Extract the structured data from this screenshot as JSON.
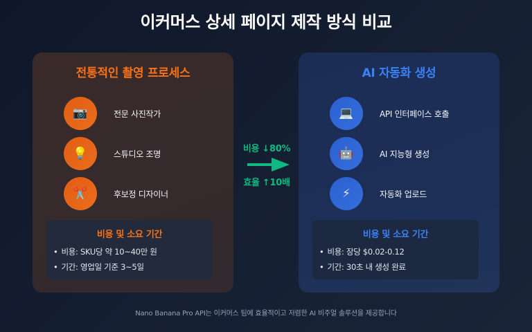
{
  "title": "이커머스 상세 페이지 제작 방식 비교",
  "left_panel": {
    "title": "전통적인 촬영 프로세스",
    "accent_color": "#f97316",
    "steps": [
      {
        "icon": "📷",
        "icon_name": "camera-icon",
        "label": "전문 사진작가"
      },
      {
        "icon": "💡",
        "icon_name": "light-bulb-icon",
        "label": "스튜디오 조명"
      },
      {
        "icon": "✂️",
        "icon_name": "scissors-icon",
        "label": "후보정 디자이너"
      }
    ],
    "cost_box": {
      "title": "비용 및 소요 기간",
      "items": [
        "비용: SKU당 약 10~40만 원",
        "기간: 영업일 기준 3~5일"
      ]
    }
  },
  "comparison": {
    "cost": "비용 ↓80%",
    "efficiency": "효율 ↑10배",
    "accent_color": "#10b981"
  },
  "right_panel": {
    "title": "AI 자동화 생성",
    "accent_color": "#3b82f6",
    "steps": [
      {
        "icon": "💻",
        "icon_name": "laptop-icon",
        "label": "API 인터페이스 호출"
      },
      {
        "icon": "🤖",
        "icon_name": "robot-icon",
        "label": "AI 지능형 생성"
      },
      {
        "icon": "⚡",
        "icon_name": "lightning-icon",
        "label": "자동화 업로드"
      }
    ],
    "cost_box": {
      "title": "비용 및 소요 기간",
      "items": [
        "비용: 장당 $0.02-0.12",
        "기간: 30초 내 생성 완료"
      ]
    }
  },
  "footer": "Nano Banana Pro API는 이커머스 팀에 효율적이고 저렴한 AI 비주얼 솔루션을 제공합니다"
}
